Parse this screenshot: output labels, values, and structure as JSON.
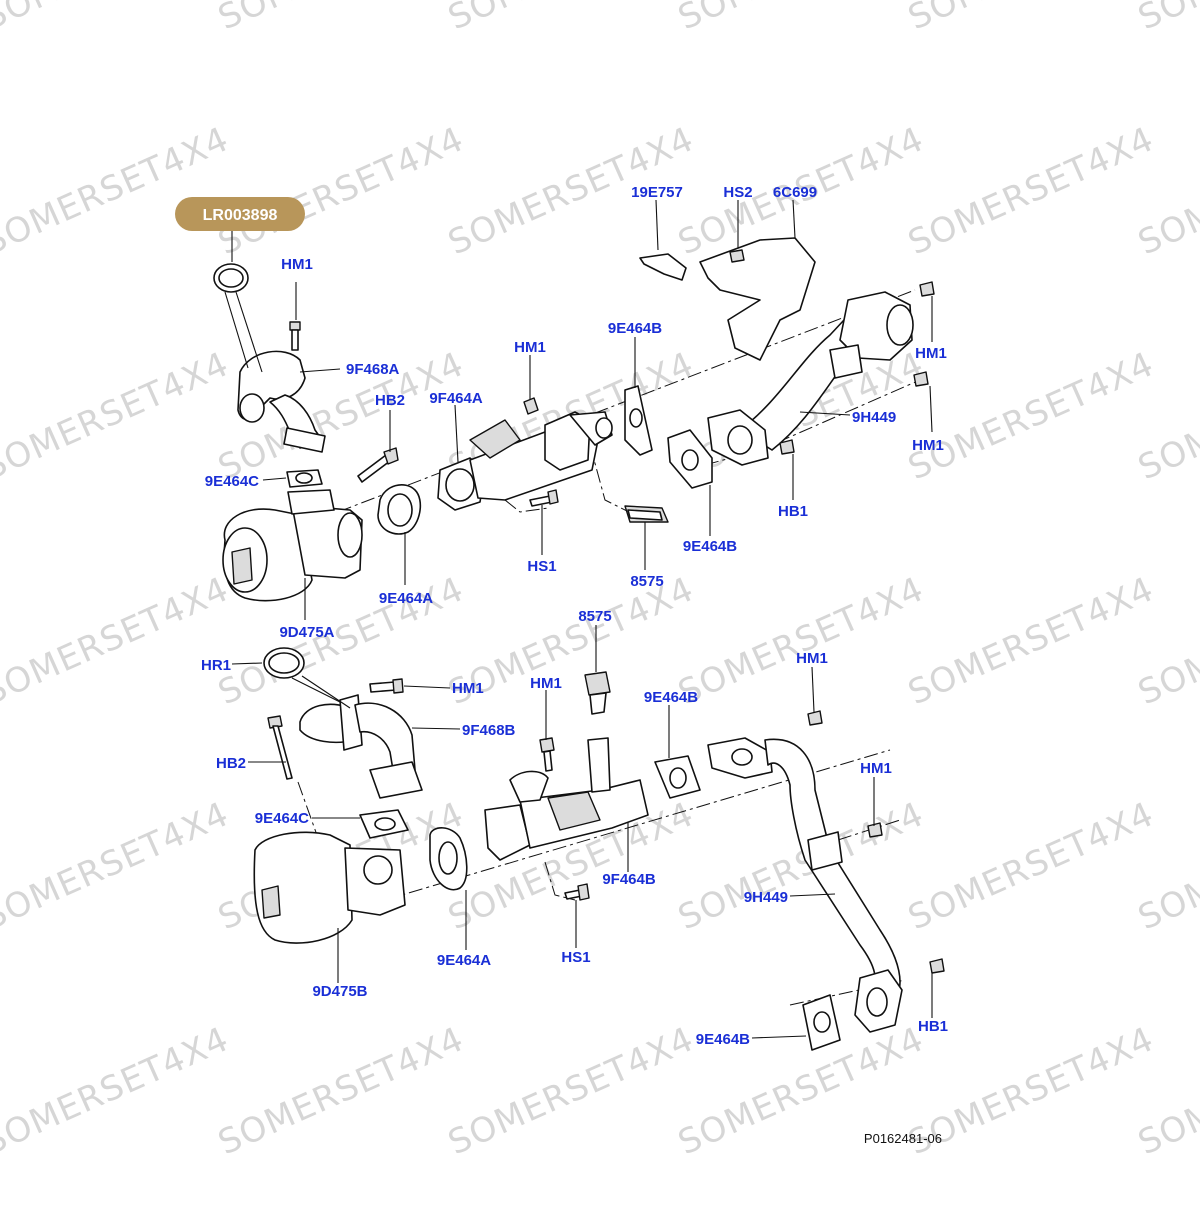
{
  "watermark": {
    "text": "SOMERSET4X4",
    "color": "#d6d6d6"
  },
  "highlight": {
    "part_number": "LR003898",
    "color": "#b8965a"
  },
  "drawing_reference": "P0162481-06",
  "label_color": "#1a2fd6",
  "upper_assembly": {
    "labels": [
      "HM1",
      "9F468A",
      "HB2",
      "9F464A",
      "HM1",
      "9E464B",
      "19E757",
      "HS2",
      "6C699",
      "HM1",
      "HM1",
      "9H449",
      "HB1",
      "9E464B",
      "8575",
      "HS1",
      "9E464A",
      "9E464C",
      "9D475A"
    ]
  },
  "lower_assembly": {
    "labels": [
      "HR1",
      "HM1",
      "9F468B",
      "HB2",
      "9E464C",
      "HM1",
      "8575",
      "9E464B",
      "HM1",
      "HM1",
      "9F464B",
      "9H449",
      "HS1",
      "9E464A",
      "9D475B",
      "HB1",
      "9E464B"
    ]
  }
}
